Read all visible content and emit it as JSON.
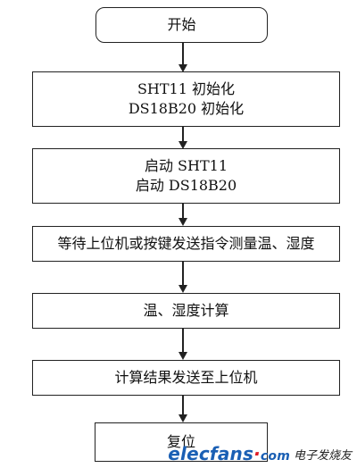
{
  "flowchart": {
    "steps": [
      {
        "id": "start",
        "lines": [
          "开始"
        ]
      },
      {
        "id": "init",
        "lines": [
          "SHT11 初始化",
          "DS18B20 初始化"
        ]
      },
      {
        "id": "launch",
        "lines": [
          "启动 SHT11",
          "启动 DS18B20"
        ]
      },
      {
        "id": "wait",
        "lines": [
          "等待上位机或按键发送指令测量温、湿度"
        ]
      },
      {
        "id": "calc",
        "lines": [
          "温、湿度计算"
        ]
      },
      {
        "id": "send",
        "lines": [
          "计算结果发送至上位机"
        ]
      },
      {
        "id": "reset",
        "lines": [
          "复位"
        ]
      }
    ]
  },
  "watermark": {
    "logo_main": "elecfans",
    "logo_dot": "·",
    "logo_suffix": "com",
    "caption": "电子发烧友"
  }
}
